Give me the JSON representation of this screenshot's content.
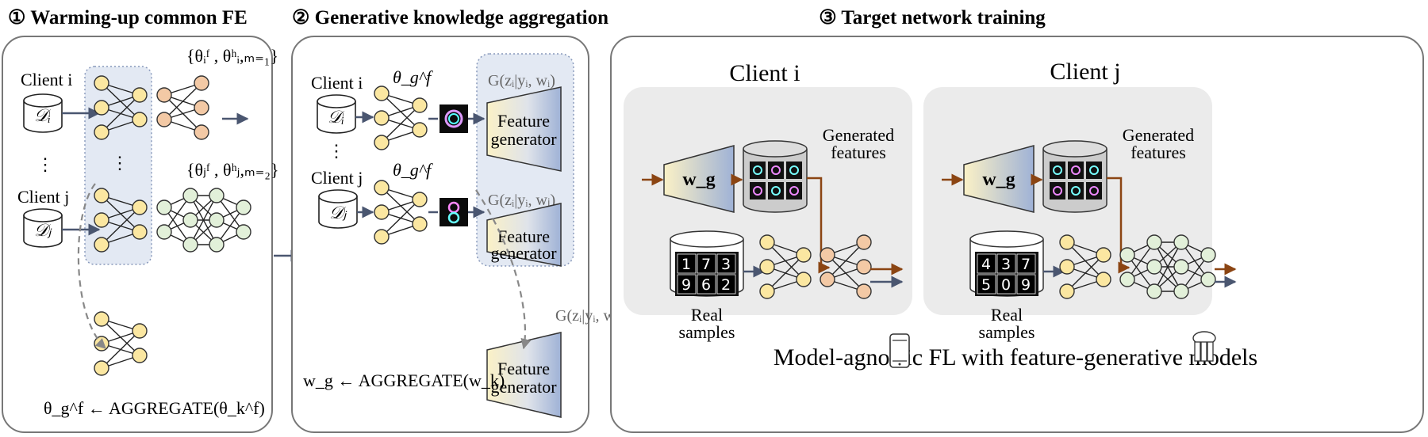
{
  "panel1": {
    "title": "① Warming-up common FE",
    "client_i": "Client i",
    "client_j": "Client j",
    "data_i": "𝒟ᵢ",
    "data_j": "𝒟ⱼ",
    "vdots": "⋮",
    "theta_i_label": "{θᵢᶠ , θʰᵢ,ₘ₌₁}",
    "theta_j_label": "{θⱼᶠ , θʰⱼ,ₘ₌₂}",
    "aggregate": "θ_g^f ← AGGREGATE(θ_k^f)"
  },
  "panel2": {
    "title": "② Generative knowledge aggregation",
    "client_i": "Client i",
    "client_j": "Client j",
    "data_i": "𝒟ᵢ",
    "data_j": "𝒟ⱼ",
    "vdots": "⋮",
    "theta_g": "θ_g^f",
    "gen_i": "G(zᵢ|yᵢ, wᵢ)",
    "gen_j": "G(zᵢ|yᵢ, wⱼ)",
    "gen_g": "G(zᵢ|yᵢ, w_g)",
    "feature_generator": [
      "Feature",
      "generator"
    ],
    "aggregate": "w_g ← AGGREGATE(w_k)"
  },
  "panel3": {
    "title": "③ Target network training",
    "client_i": "Client i",
    "client_j": "Client j",
    "wg": "w_g",
    "generated_features": [
      "Generated",
      "features"
    ],
    "real_samples": [
      "Real",
      "samples"
    ],
    "digits_i": [
      "1",
      "7",
      "3",
      "9",
      "6",
      "2"
    ],
    "digits_j": [
      "4",
      "3",
      "7",
      "5",
      "0",
      "9"
    ],
    "caption": "Model-agnostic FL with feature-generative models"
  },
  "colors": {
    "yellow_node": "#fbe7a1",
    "orange_node": "#f3c9a5",
    "green_node": "#e2f0d9",
    "blue_panel": "#e3e9f3",
    "grey_panel": "#ebebeb",
    "arrow_dark": "#4a5670",
    "arrow_brown": "#8b4513"
  }
}
